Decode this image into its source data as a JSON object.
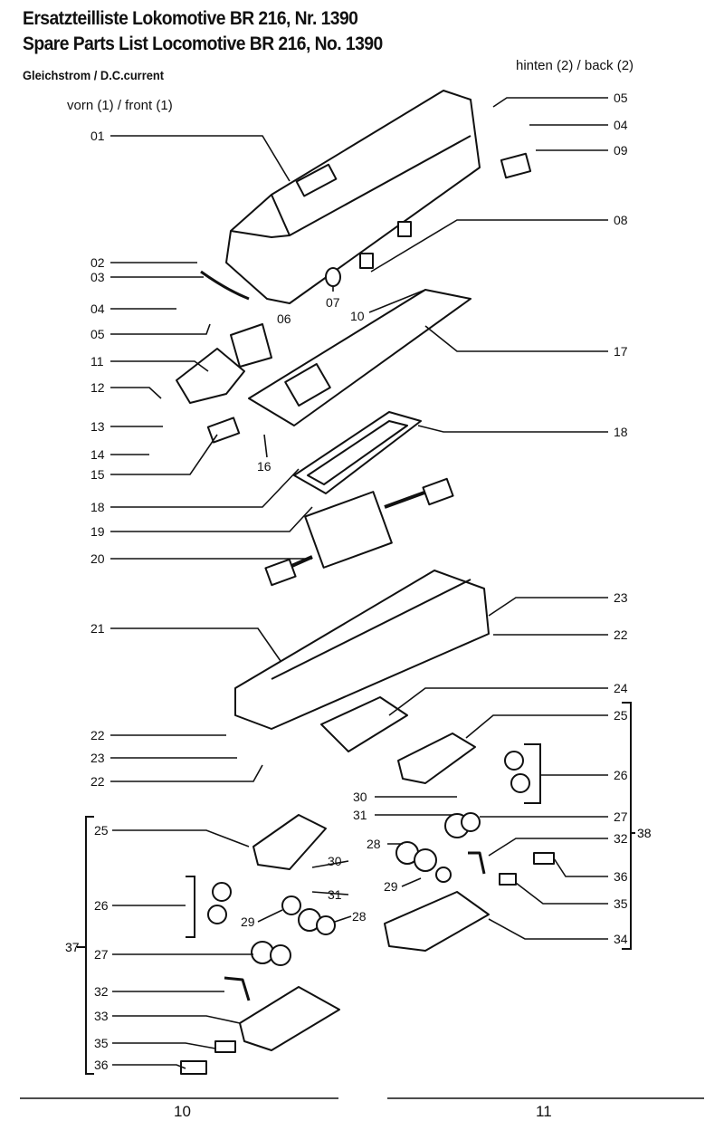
{
  "header": {
    "title_de": "Ersatzteilliste Lokomotive BR 216, Nr. 1390",
    "title_en": "Spare Parts List Locomotive BR 216, No. 1390",
    "subtitle": "Gleichstrom / D.C.current"
  },
  "orientation": {
    "front": "vorn (1) / front (1)",
    "back": "hinten (2) / back (2)"
  },
  "callouts": [
    "01",
    "02",
    "03",
    "04",
    "05",
    "11",
    "12",
    "13",
    "14",
    "15",
    "18",
    "19",
    "20",
    "21",
    "22",
    "23",
    "22",
    "25",
    "26",
    "27",
    "32",
    "33",
    "35",
    "36",
    "05",
    "04",
    "09",
    "08",
    "17",
    "18",
    "23",
    "22",
    "24",
    "25",
    "26",
    "27",
    "32",
    "36",
    "35",
    "34",
    "07",
    "06",
    "10",
    "16",
    "30",
    "31",
    "28",
    "29",
    "30",
    "31",
    "29",
    "28"
  ],
  "groups": {
    "left_group": "37",
    "right_group": "38"
  },
  "footer": {
    "page_left": "10",
    "page_right": "11"
  }
}
